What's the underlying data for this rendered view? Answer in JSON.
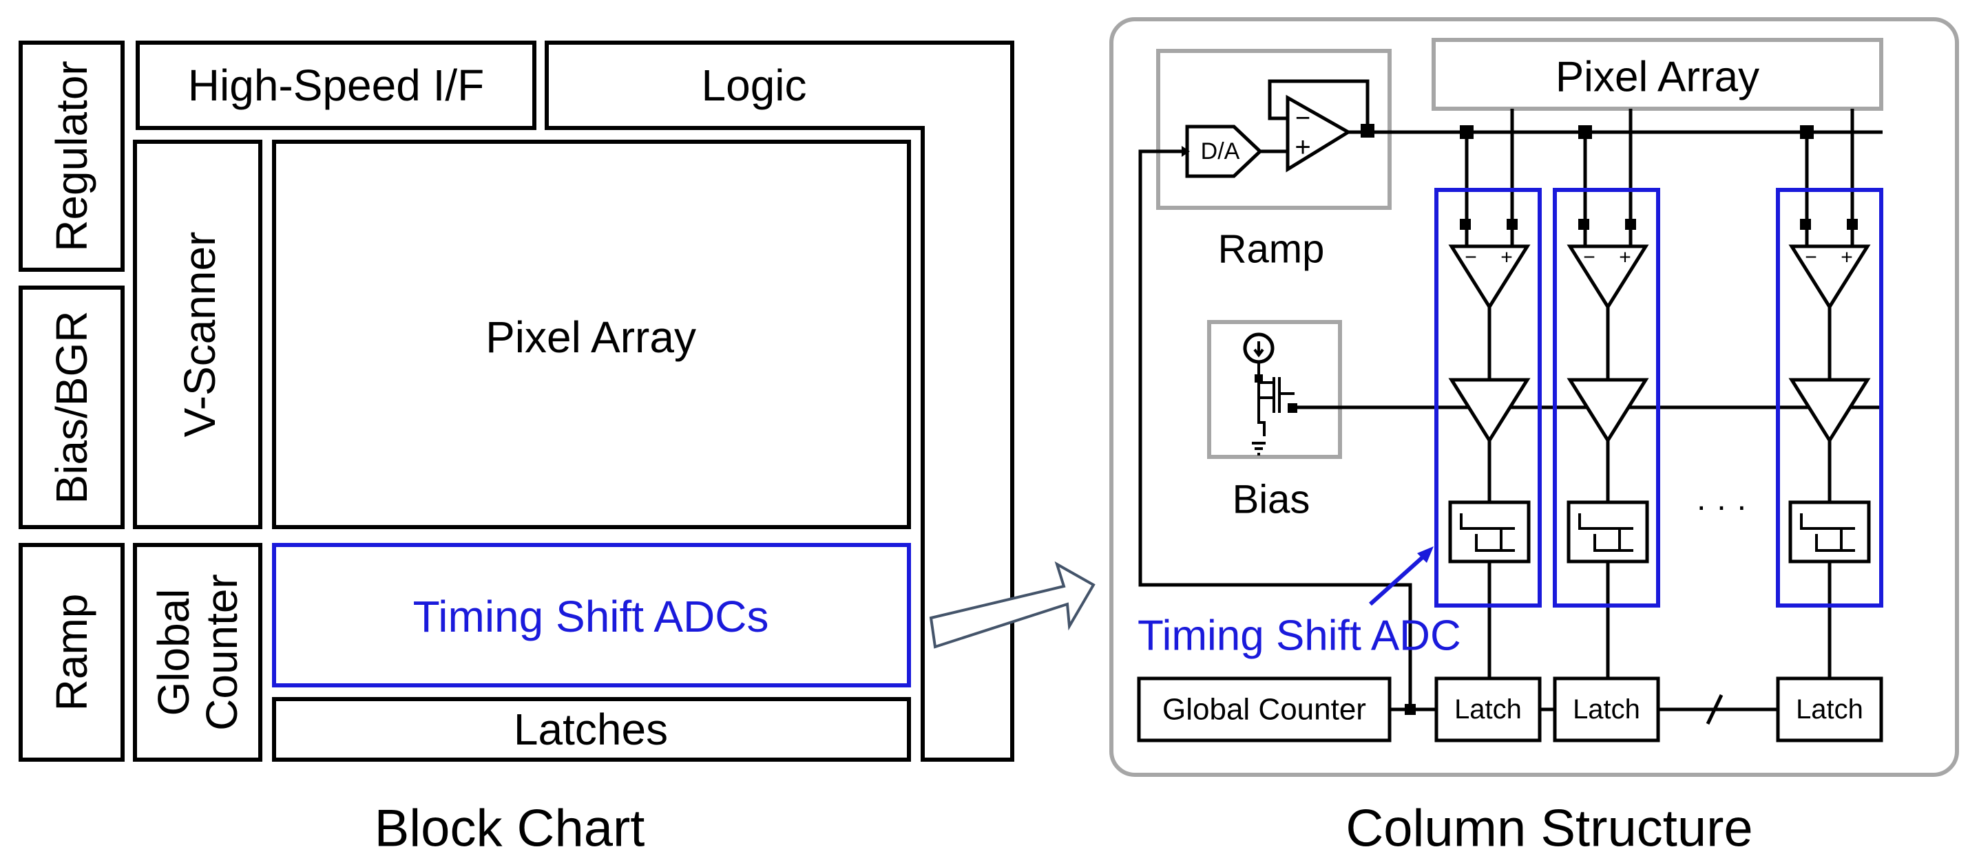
{
  "block_chart": {
    "caption": "Block Chart",
    "regulator": "Regulator",
    "bias_bgr": "Bias/BGR",
    "ramp": "Ramp",
    "high_speed_if": "High-Speed I/F",
    "logic": "Logic",
    "v_scanner": "V-Scanner",
    "pixel_array": "Pixel Array",
    "global_counter_line1": "Global",
    "global_counter_line2": "Counter",
    "timing_shift_adcs": "Timing Shift ADCs",
    "latches": "Latches"
  },
  "column_structure": {
    "caption": "Column Structure",
    "pixel_array": "Pixel Array",
    "dac": "D/A",
    "ramp": "Ramp",
    "bias": "Bias",
    "timing_shift_adc": "Timing Shift ADC",
    "global_counter": "Global Counter",
    "latch_labels": [
      "Latch",
      "Latch",
      "Latch"
    ],
    "ellipsis": "· · ·",
    "comparator_minus": "−",
    "comparator_plus": "+",
    "opamp_minus": "−",
    "opamp_plus": "+"
  },
  "colors": {
    "highlight": "#1a1adb",
    "gray_border": "#a6a6a6",
    "line": "#000000"
  }
}
